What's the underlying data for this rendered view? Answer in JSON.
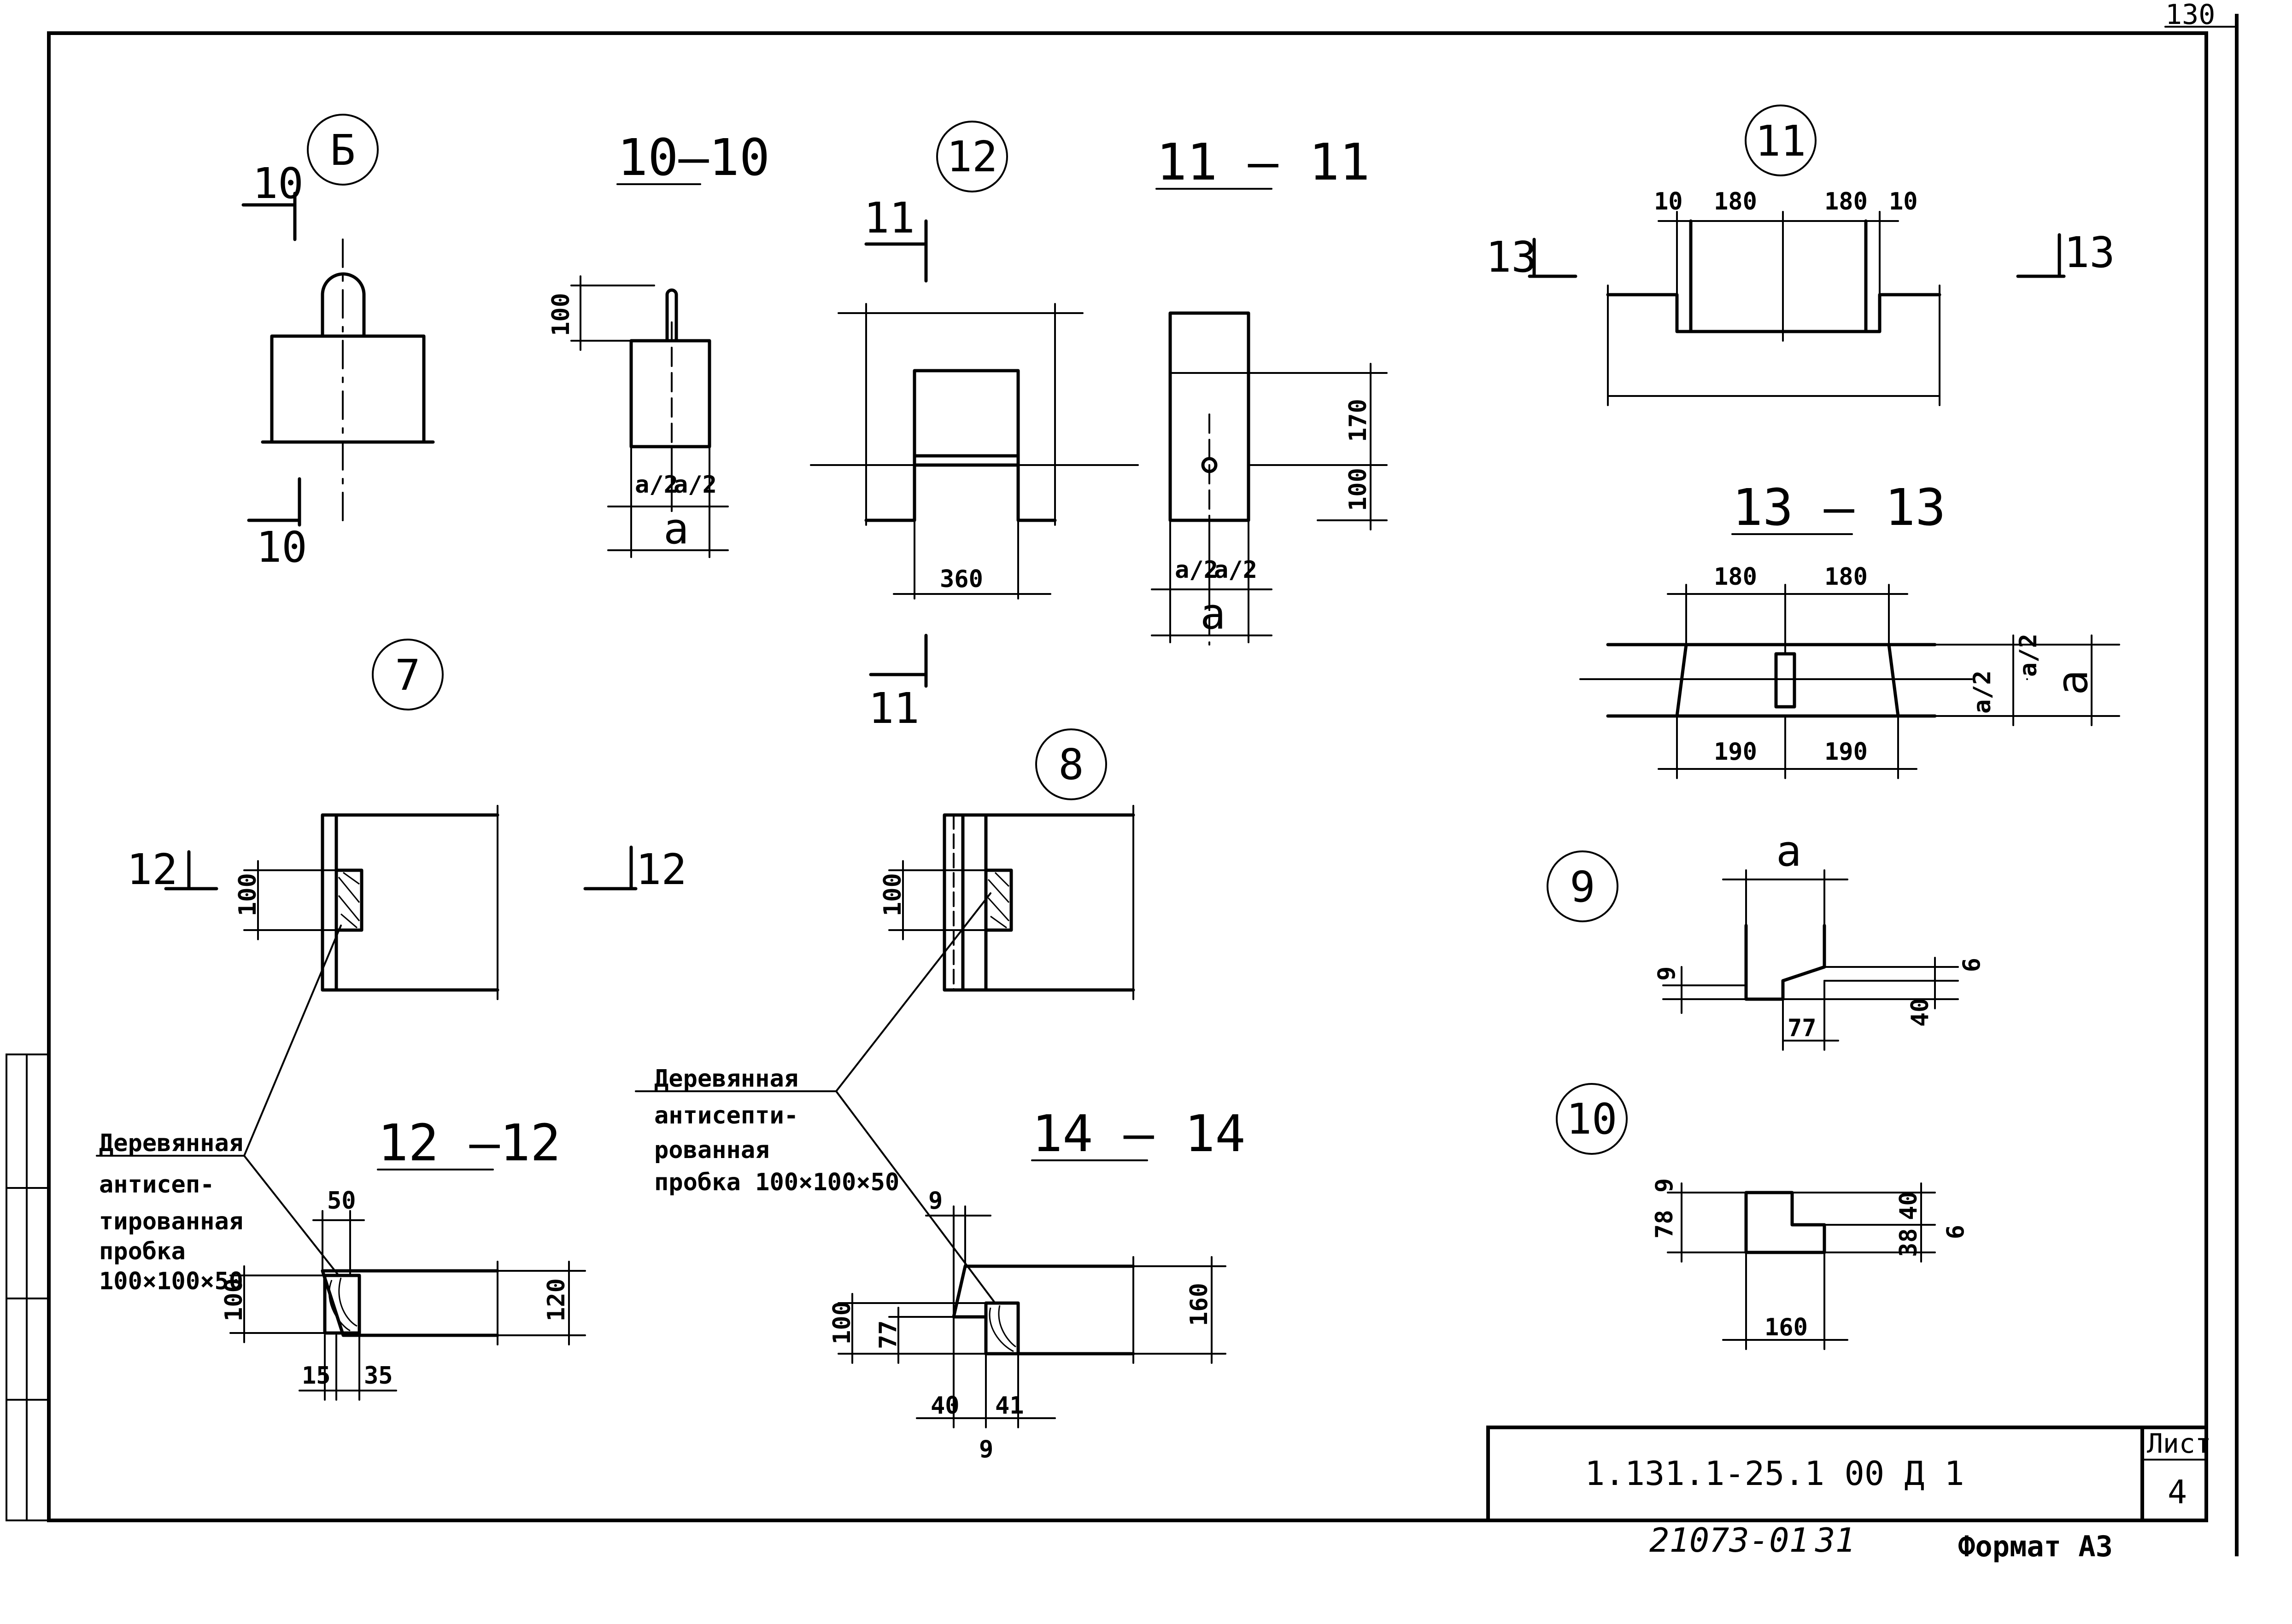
{
  "page_number": "130",
  "callouts": {
    "b": "Б",
    "c7": "7",
    "c8": "8",
    "c9": "9",
    "c10": "10",
    "c11": "11",
    "c12": "12"
  },
  "sections": {
    "s10": "10—10",
    "s11": "11 — 11",
    "s12": "12 —12",
    "s13": "13 — 13",
    "s14": "14 — 14"
  },
  "cut_marks": {
    "m10a": "10",
    "m10b": "10",
    "m11a": "11",
    "m11b": "11",
    "m12a": "12",
    "m12b": "12",
    "m13a": "13",
    "m13b": "13"
  },
  "dims": {
    "d100": "100",
    "a2": "a/2",
    "a": "a",
    "d360": "360",
    "d170": "170",
    "d100b": "100",
    "d10": "10",
    "d180": "180",
    "d190": "190",
    "d9": "9",
    "d40": "40",
    "d77": "77",
    "d78": "78",
    "d38": "38",
    "d160": "160",
    "d50": "50",
    "d120": "120",
    "d15": "15",
    "d35": "35",
    "d41": "41"
  },
  "notes": {
    "plug_a": [
      "Деревянная",
      "антисеп-",
      "тированная",
      "пробка",
      "100×100×50"
    ],
    "plug_b": [
      "Деревянная",
      "антисепти-",
      "рованная",
      "пробка 100×100×50"
    ]
  },
  "title_block": {
    "code": "1.131.1-25.1  00 Д 1",
    "sheet_label": "Лист",
    "sheet_no": "4",
    "order": "21073-01",
    "order_no": "31",
    "format": "Формат А3"
  }
}
